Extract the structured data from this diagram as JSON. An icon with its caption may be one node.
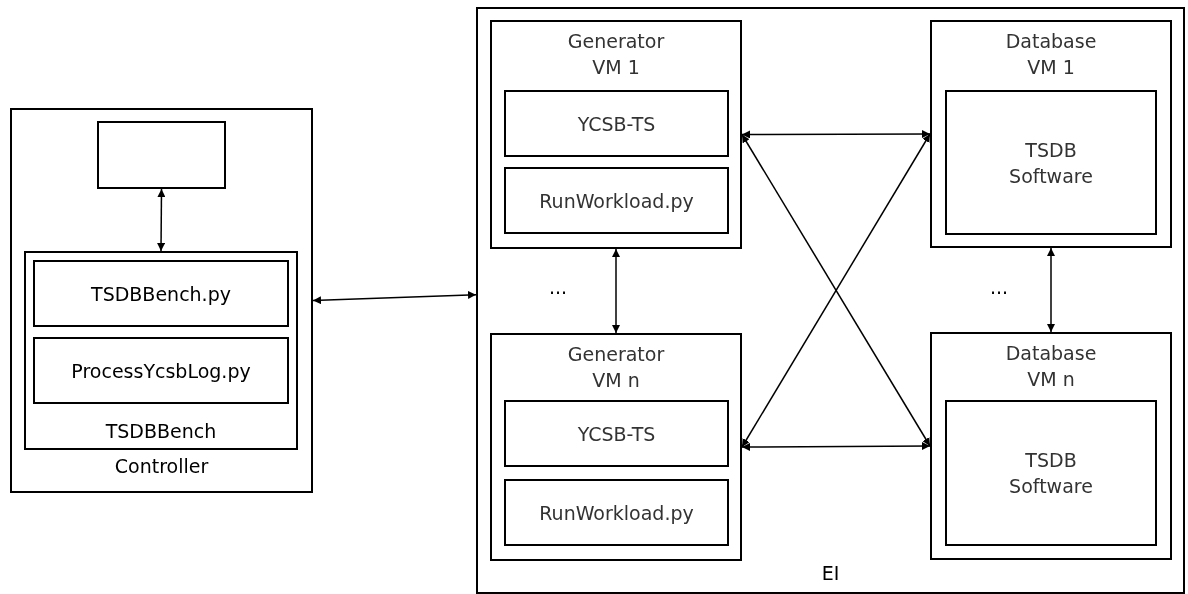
{
  "diagram": {
    "nodes": [
      {
        "text": [
          "Controller"
        ]
      },
      {
        "text": [],
        "shape": "box",
        "in": 0
      },
      {
        "text": [
          "TSDBBench"
        ],
        "in": 0
      },
      {
        "text": [
          "TSDBBench.py"
        ],
        "in": 2
      },
      {
        "text": [
          "ProcessYcsbLog.py"
        ],
        "in": 2
      },
      {
        "text": [
          "EI"
        ]
      },
      {
        "text": [
          "Generator VM 1"
        ],
        "in": 5
      },
      {
        "text": [
          "YCSB-TS"
        ],
        "in": 6
      },
      {
        "text": [
          "RunWorkload.py"
        ],
        "in": 6
      },
      {
        "text": [
          "Database VM 1"
        ],
        "in": 5
      },
      {
        "text": [
          "TSDB Software"
        ],
        "in": 9
      },
      {
        "text": [
          "Generator VM n"
        ],
        "in": 5
      },
      {
        "text": [
          "YCSB-TS"
        ],
        "in": 11
      },
      {
        "text": [
          "RunWorkload.py"
        ],
        "in": 11
      },
      {
        "text": [
          "Database VM n"
        ],
        "in": 5
      },
      {
        "text": [
          "TSDB Software"
        ],
        "in": 14
      }
    ],
    "edges": [
      {
        "from": 1,
        "to": 2,
        "arrow": "both"
      },
      {
        "from": 0,
        "to": 5,
        "arrow": "both"
      },
      {
        "from": 6,
        "to": 9,
        "arrow": "both"
      },
      {
        "from": 6,
        "to": 14,
        "arrow": "both"
      },
      {
        "from": 11,
        "to": 9,
        "arrow": "both"
      },
      {
        "from": 11,
        "to": 14,
        "arrow": "both"
      },
      {
        "from": 6,
        "to": 11,
        "arrow": "both"
      },
      {
        "from": 9,
        "to": 14,
        "arrow": "both"
      }
    ],
    "labels": [
      "...",
      "..."
    ]
  }
}
